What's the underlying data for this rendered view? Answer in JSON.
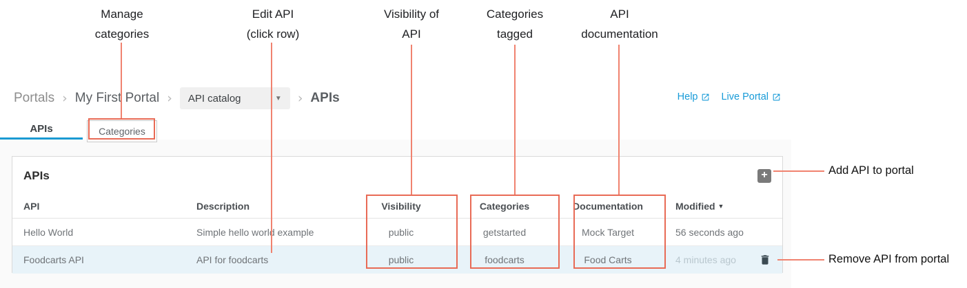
{
  "annotations": {
    "manage_categories": "Manage\ncategories",
    "edit_api": "Edit API\n(click row)",
    "visibility_of_api": "Visibility of\nAPI",
    "categories_tagged": "Categories\ntagged",
    "api_documentation": "API\ndocumentation",
    "add_api": "Add API to portal",
    "remove_api": "Remove API from portal",
    "line_color": "#f0826f",
    "box_color": "#e86a55"
  },
  "breadcrumb": {
    "items": [
      "Portals",
      "My First Portal"
    ],
    "separator": "›",
    "dropdown_value": "API catalog",
    "current": "APIs",
    "links": [
      {
        "label": "Help"
      },
      {
        "label": "Live Portal"
      }
    ]
  },
  "tabs": [
    {
      "label": "APIs",
      "active": true
    },
    {
      "label": "Categories",
      "active": false
    }
  ],
  "panel": {
    "title": "APIs",
    "table": {
      "headers": [
        "API",
        "Description",
        "Visibility",
        "Categories",
        "Documentation",
        "Modified"
      ],
      "rows": [
        {
          "api": "Hello World",
          "description": "Simple hello world example",
          "visibility": "public",
          "categories": "getstarted",
          "documentation": "Mock Target",
          "modified": "56 seconds ago"
        },
        {
          "api": "Foodcarts API",
          "description": "API for foodcarts",
          "visibility": "public",
          "categories": "foodcarts",
          "documentation": "Food Carts",
          "modified": "4 minutes ago"
        }
      ]
    }
  },
  "colors": {
    "accent_blue": "#1b9ad2",
    "link_blue": "#189bd8",
    "row_highlight": "#e8f3f9",
    "page_bg": "#fafafa"
  }
}
